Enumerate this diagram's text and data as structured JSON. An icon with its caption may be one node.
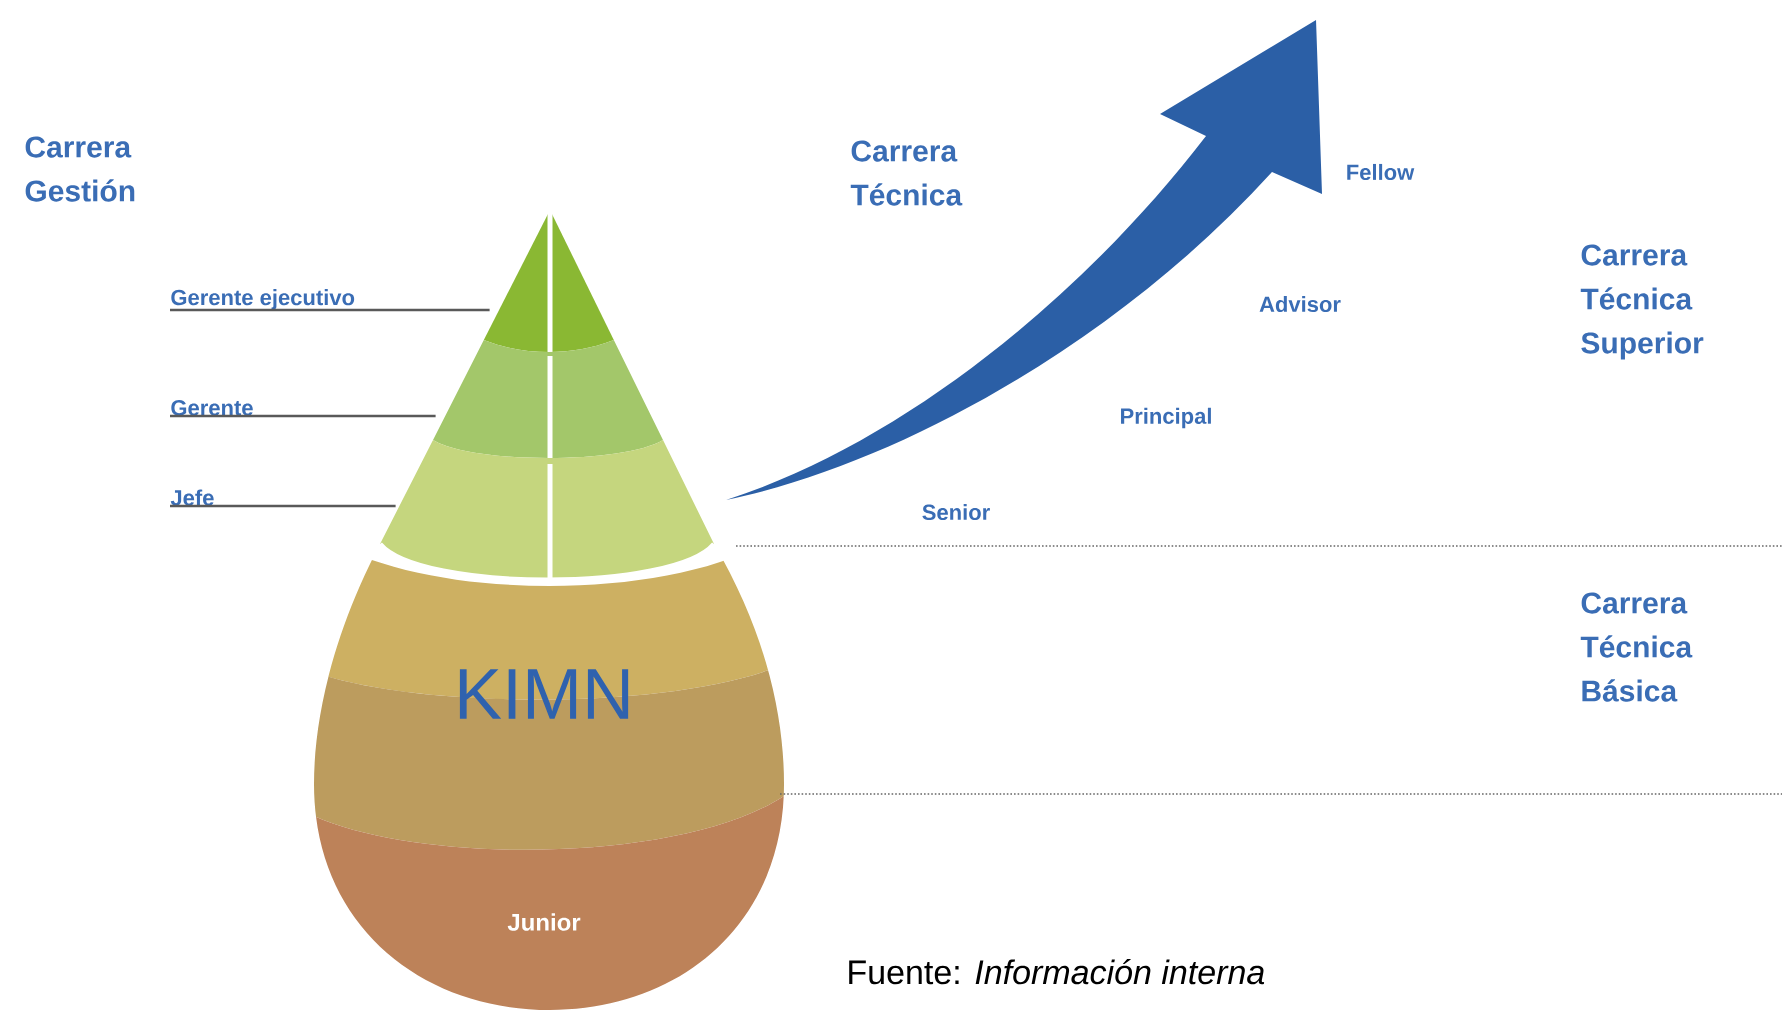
{
  "diagram": {
    "caption": "Fuente: *Información interna*",
    "nodes": [
      {
        "text": [
          "Gerente ejecutivo"
        ]
      },
      {
        "text": [
          "Gerente"
        ]
      },
      {
        "text": [
          "Jefe"
        ]
      },
      {
        "text": [],
        "shape": "band"
      },
      {
        "text": [],
        "shape": "band"
      },
      {
        "text": [],
        "shape": "band"
      }
    ],
    "edges": [
      {
        "from": 0,
        "to": 3,
        "arrow": "none"
      },
      {
        "from": 1,
        "to": 4,
        "arrow": "none"
      },
      {
        "from": 2,
        "to": 5,
        "arrow": "none"
      }
    ],
    "labels": [
      "Carrera Gestión",
      "Carrera Técnica",
      "Fellow",
      "Advisor",
      "Carrera Técnica Superior",
      "Principal",
      "Senior",
      "KIMN",
      "Carrera Técnica Básica",
      "Junior"
    ]
  }
}
